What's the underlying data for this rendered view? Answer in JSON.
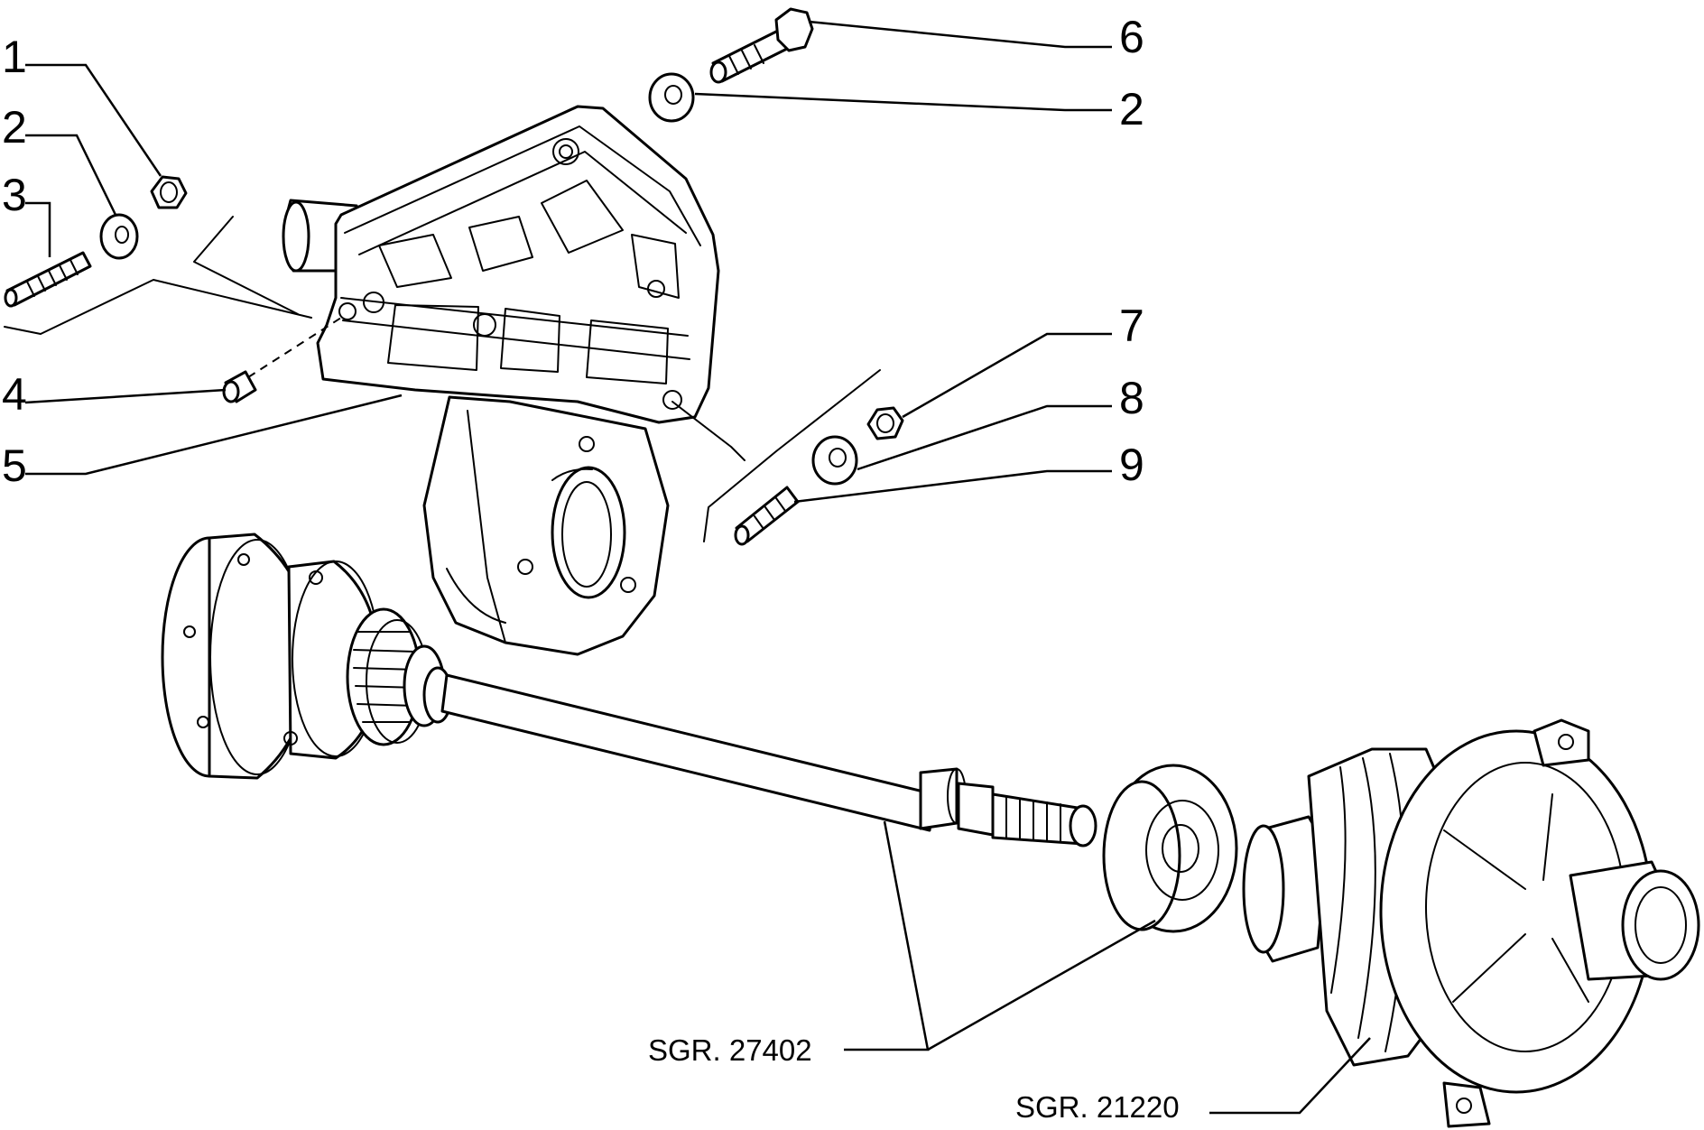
{
  "callouts": {
    "c1": "1",
    "c2_left": "2",
    "c3": "3",
    "c4": "4",
    "c5": "5",
    "c6": "6",
    "c2_right": "2",
    "c7": "7",
    "c8": "8",
    "c9": "9"
  },
  "references": {
    "driveshaft_group": "SGR. 27402",
    "differential_group": "SGR. 21220"
  }
}
